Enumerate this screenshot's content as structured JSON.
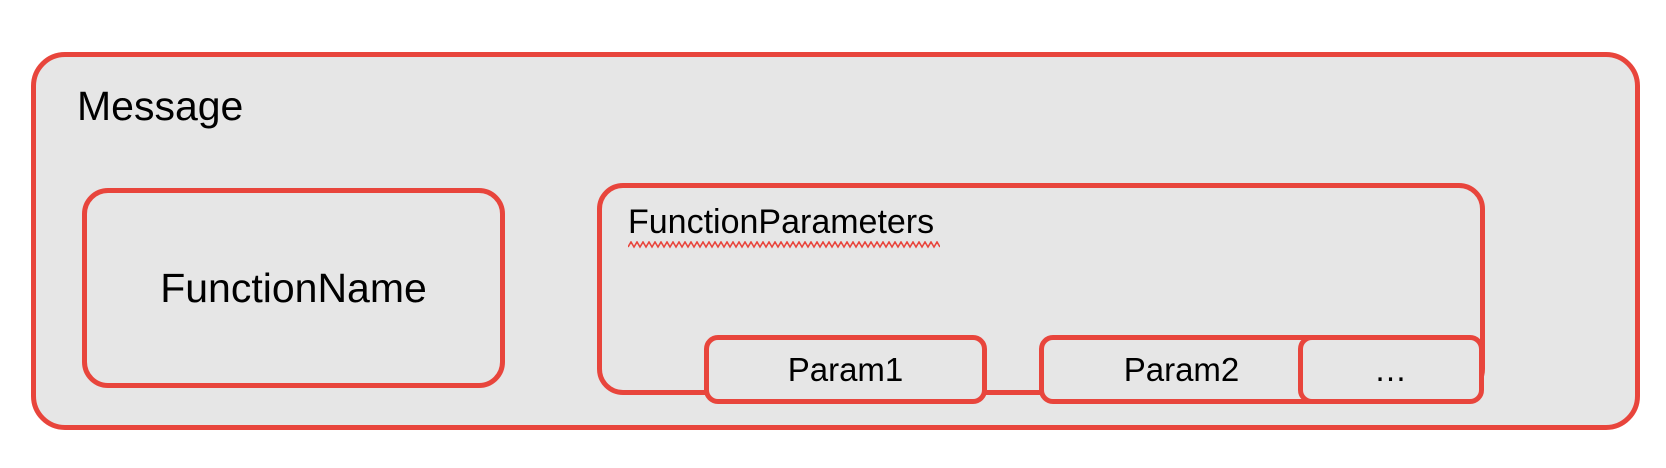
{
  "diagram": {
    "title": "Message",
    "colors": {
      "border": "#e8453c",
      "fill": "#e6e6e6",
      "text": "#000000",
      "page_background": "#ffffff",
      "spellcheck_squiggle": "#e8453c"
    },
    "outer_box": {
      "label": "Message"
    },
    "function_name_box": {
      "label": "FunctionName"
    },
    "function_parameters_box": {
      "label": "FunctionParameters",
      "label_has_spellcheck_underline": true,
      "params": [
        {
          "label": "Param1"
        },
        {
          "label": "Param2"
        },
        {
          "label": "…"
        }
      ]
    }
  }
}
